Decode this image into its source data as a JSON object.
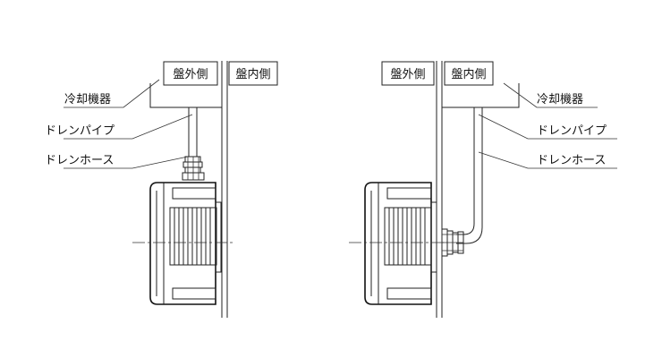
{
  "left": {
    "box_outside": "盤外側",
    "box_inside": "盤内側",
    "label_cooler": "冷却機器",
    "label_pipe": "ドレンパイプ",
    "label_hose": "ドレンホース"
  },
  "right": {
    "box_outside": "盤外側",
    "box_inside": "盤内側",
    "label_cooler": "冷却機器",
    "label_pipe": "ドレンパイプ",
    "label_hose": "ドレンホース"
  }
}
